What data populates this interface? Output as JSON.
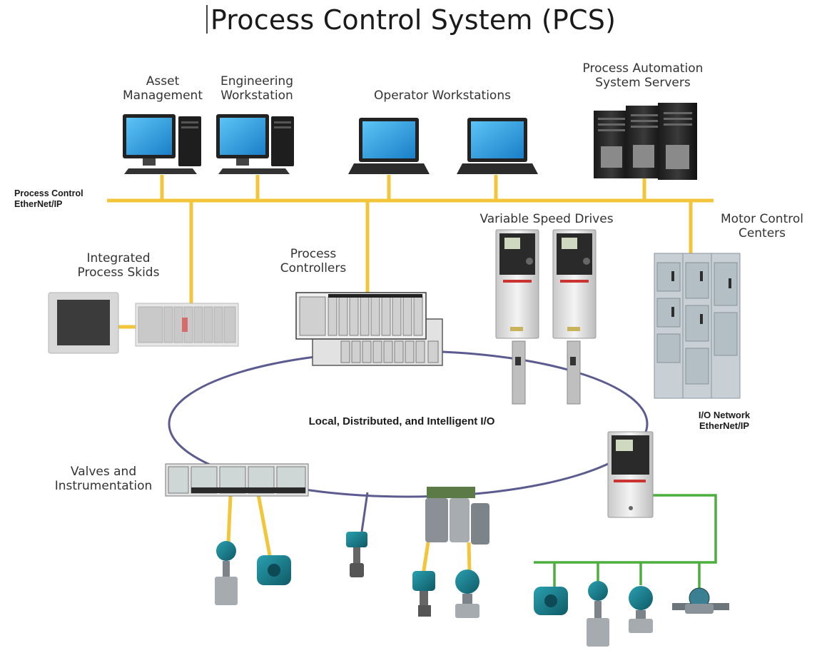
{
  "title": "Process Control System (PCS)",
  "labels": {
    "asset_management": "Asset Management",
    "engineering_workstation": "Engineering Workstation",
    "operator_workstations": "Operator Workstations",
    "automation_servers": "Process Automation System Servers",
    "process_control_network": "Process Control EtherNet/IP",
    "variable_speed_drives": "Variable Speed Drives",
    "motor_control_centers": "Motor Control Centers",
    "integrated_process_skids": "Integrated Process Skids",
    "process_controllers": "Process Controllers",
    "io_ring": "Local, Distributed, and Intelligent I/O",
    "io_network": "I/O Network EtherNet/IP",
    "valves_instrumentation": "Valves and Instrumentation"
  },
  "colors": {
    "ethernet_line": "#f3c53b",
    "io_ring": "#5b5b8f",
    "device_network": "#4caf3d",
    "instrument_teal": "#1c7c8c",
    "monitor_blue": "#2f9fe0"
  },
  "icons": [
    "desktop-computer",
    "laptop",
    "server-rack",
    "hmi-panel",
    "plc-chassis",
    "drive",
    "motor-control-center",
    "io-module",
    "valve",
    "transmitter"
  ]
}
